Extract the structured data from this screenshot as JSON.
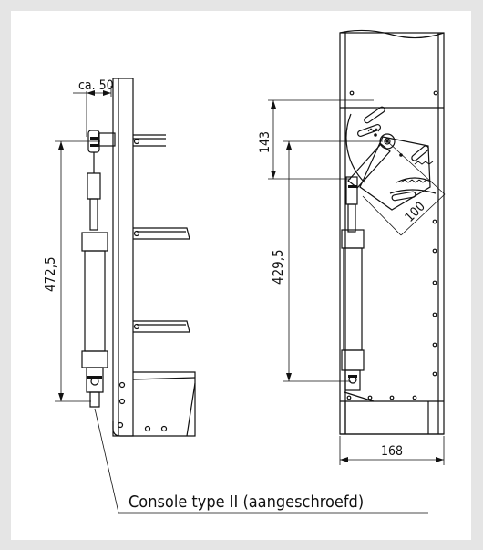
{
  "drawing": {
    "caption": "Console type II (aangeschroefd)",
    "dimensions": {
      "offset_ca": "ca. 50",
      "left_height": "472,5",
      "right_top": "143",
      "right_height": "429,5",
      "arc_radius": "100",
      "width": "168"
    }
  }
}
